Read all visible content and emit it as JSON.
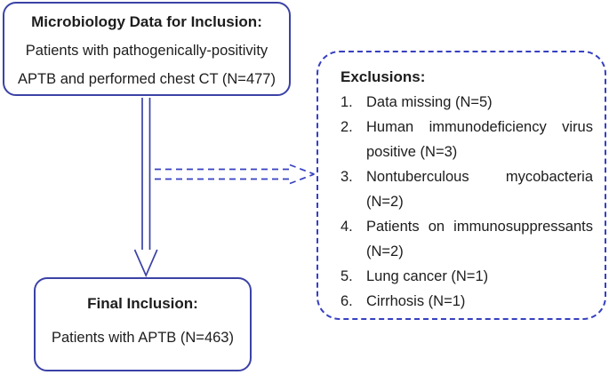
{
  "colors": {
    "accent_solid": "#3b42a6",
    "accent_dashed": "#3640c0",
    "text": "#1d1d1d",
    "background": "#ffffff"
  },
  "top_box": {
    "title": "Microbiology Data for Inclusion:",
    "lines": [
      "Patients with pathogenically-positivity",
      "APTB and performed chest CT (N=477)"
    ]
  },
  "exclusions_box": {
    "title": "Exclusions:",
    "items": [
      {
        "num": "1.",
        "text": "Data missing (N=5)"
      },
      {
        "num": "2.",
        "text": "Human immunodeficiency virus positive (N=3)"
      },
      {
        "num": "3.",
        "text": "Nontuberculous mycobacteria (N=2)"
      },
      {
        "num": "4.",
        "text": "Patients on immunosuppressants (N=2)"
      },
      {
        "num": "5.",
        "text": "Lung cancer (N=1)"
      },
      {
        "num": "6.",
        "text": "Cirrhosis (N=1)"
      }
    ]
  },
  "final_box": {
    "title": "Final Inclusion:",
    "line": "Patients with APTB (N=463)"
  }
}
